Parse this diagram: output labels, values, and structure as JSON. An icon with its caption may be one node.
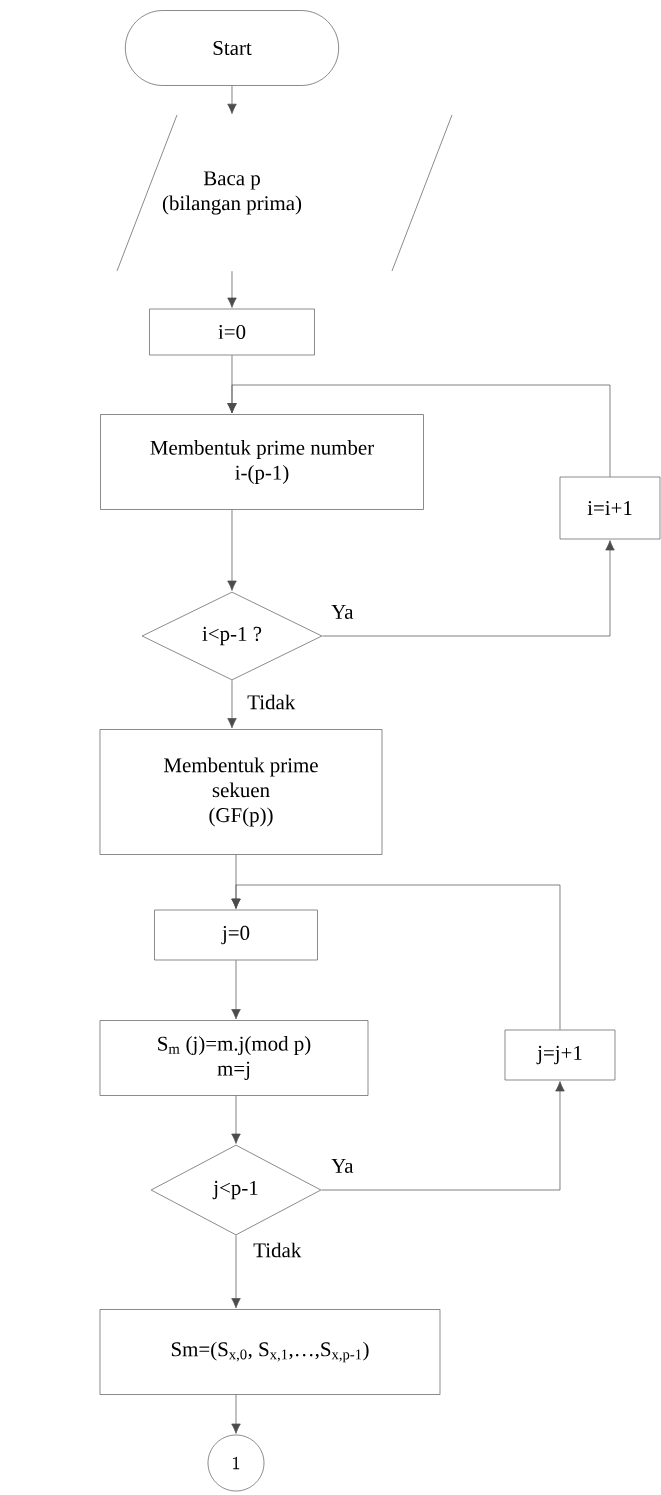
{
  "diagram": {
    "nodes": [
      {
        "text": [
          "Start"
        ]
      },
      {
        "text": [
          "Baca p",
          "(bilangan prima)"
        ]
      },
      {
        "text": [
          "i=0"
        ]
      },
      {
        "text": [
          "Membentuk prime number i-(p-1)"
        ]
      },
      {
        "text": [
          "i<p-1 ?"
        ]
      },
      {
        "text": [
          "i=i+1"
        ]
      },
      {
        "text": [
          "Membentuk prime sekuen",
          "(GF(p))"
        ]
      },
      {
        "text": [
          "j=0"
        ]
      },
      {
        "text": [
          "S$_{m}$ (j)=m.j(mod p)",
          "m=j"
        ]
      },
      {
        "text": [
          "j<p-1"
        ]
      },
      {
        "text": [
          "j=j+1"
        ]
      },
      {
        "text": [
          "Sm=(S$_{x,0}$, S$_{x,1}$,…,S$_{x,p-1}$)"
        ]
      },
      {
        "text": [
          "1"
        ]
      }
    ],
    "edges": [
      {
        "from": 0,
        "to": 1,
        "arrow": "to"
      },
      {
        "from": 1,
        "to": 2,
        "arrow": "to"
      },
      {
        "from": 2,
        "to": 3,
        "arrow": "to"
      },
      {
        "from": 5,
        "to": 3,
        "arrow": "to"
      },
      {
        "from": 3,
        "to": 4,
        "arrow": "to"
      },
      {
        "from": 4,
        "to": 5,
        "arrow": "to",
        "label": "Ya"
      },
      {
        "from": 4,
        "to": 6,
        "arrow": "to",
        "label": "Tidak"
      },
      {
        "from": 6,
        "to": 7,
        "arrow": "to"
      },
      {
        "from": 10,
        "to": 7,
        "arrow": "to"
      },
      {
        "from": 7,
        "to": 8,
        "arrow": "to"
      },
      {
        "from": 8,
        "to": 9,
        "arrow": "to"
      },
      {
        "from": 9,
        "to": 10,
        "arrow": "to",
        "label": "Ya"
      },
      {
        "from": 9,
        "to": 11,
        "arrow": "to",
        "label": "Tidak"
      },
      {
        "from": 11,
        "to": 12,
        "arrow": "to"
      }
    ]
  }
}
